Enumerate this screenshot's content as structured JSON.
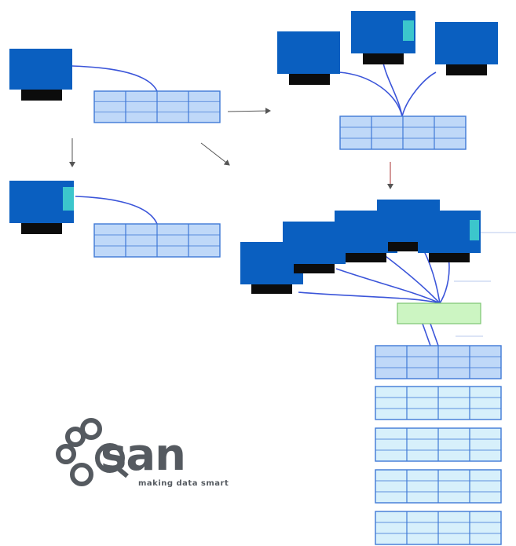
{
  "logo": {
    "brand": "Qsan",
    "wordmark": "san",
    "tagline": "making data smart"
  },
  "colors": {
    "monitor_screen": "#0a5fc0",
    "monitor_base": "#0c0c0c",
    "monitor_accent": "#3cc6cc",
    "storage_fill": "#bfd8f8",
    "storage_stroke": "#3f79d6",
    "storage_light_fill": "#d7f0fb",
    "link": "#3b55d9",
    "arrow": "#555555",
    "switch_fill": "#ccf5c2",
    "switch_stroke": "#7cc472",
    "logo_gray": "#555a60"
  }
}
